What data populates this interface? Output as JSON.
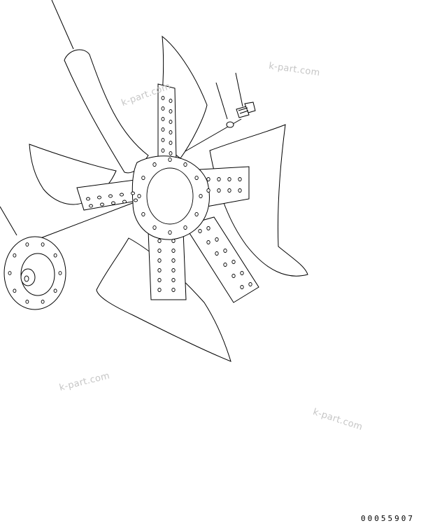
{
  "watermarks": [
    "k-part.com",
    "k-part.com",
    "k-part.com",
    "k-part.com"
  ],
  "drawing_number": "00055907"
}
